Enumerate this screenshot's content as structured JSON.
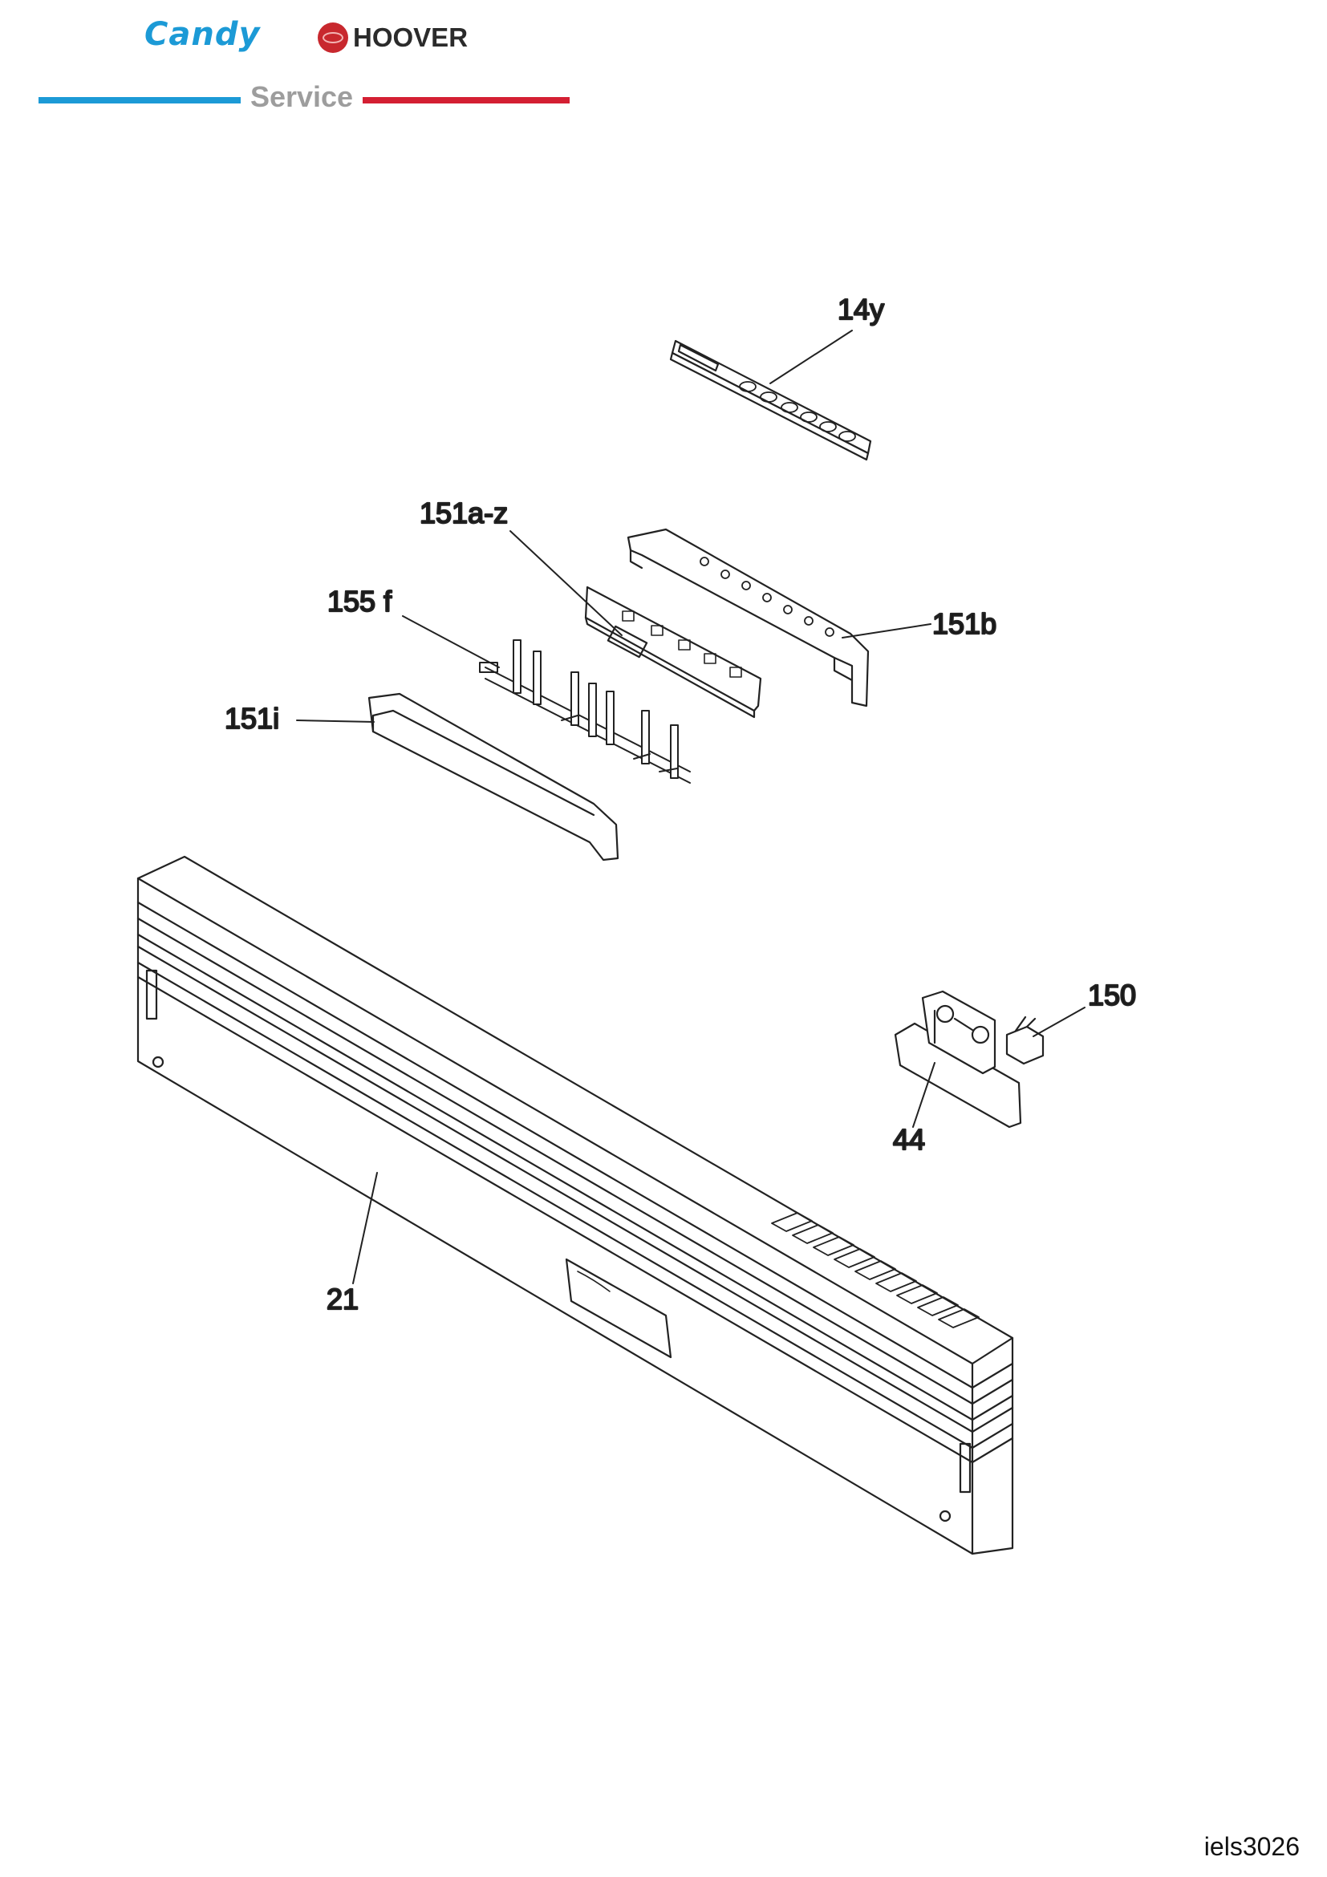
{
  "header": {
    "brand_primary": "Candy",
    "brand_secondary": "HOOVER",
    "service_label": "Service",
    "colors": {
      "candy_blue": "#1c9ad6",
      "hoover_red": "#d41f33",
      "service_gray": "#9d9d9d"
    }
  },
  "diagram": {
    "callouts": [
      {
        "id": "14y",
        "label": "14y"
      },
      {
        "id": "151a-z",
        "label": "151a-z"
      },
      {
        "id": "151b",
        "label": "151b"
      },
      {
        "id": "155f",
        "label": "155 f"
      },
      {
        "id": "151i",
        "label": "151i"
      },
      {
        "id": "150",
        "label": "150"
      },
      {
        "id": "44",
        "label": "44"
      },
      {
        "id": "21",
        "label": "21"
      }
    ]
  },
  "footer": {
    "reference_code": "iels3026"
  }
}
